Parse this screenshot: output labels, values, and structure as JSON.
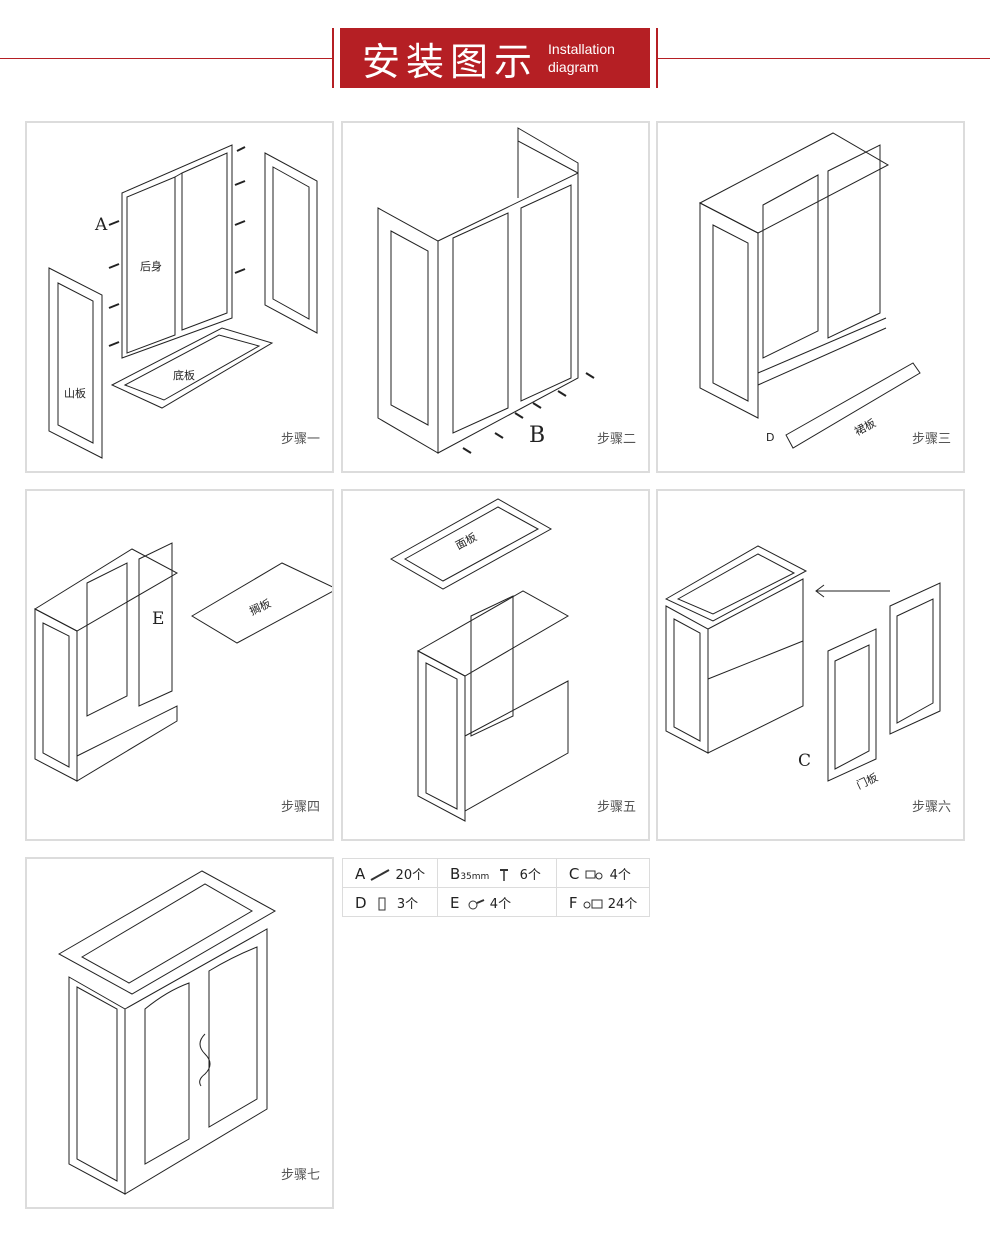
{
  "header": {
    "title_cn": "安装图示",
    "title_en_line1": "Installation",
    "title_en_line2": "diagram"
  },
  "steps": [
    "步骤一",
    "步骤二",
    "步骤三",
    "步骤四",
    "步骤五",
    "步骤六",
    "步骤七"
  ],
  "labels": {
    "back_body": "后身",
    "bottom_board": "底板",
    "side_board": "山板",
    "skirt_board": "裙板",
    "shelf_board": "搁板",
    "top_board": "面板",
    "door_board": "门板",
    "marker_a": "A",
    "marker_b": "B",
    "marker_c": "C",
    "marker_d": "D",
    "marker_e": "E"
  },
  "parts": [
    {
      "letter": "A",
      "extra": "",
      "qty": "20个",
      "icon": "dowel-icon"
    },
    {
      "letter": "B",
      "extra": "35mm",
      "qty": "6个",
      "icon": "screw-icon"
    },
    {
      "letter": "C",
      "extra": "",
      "qty": "4个",
      "icon": "hinge-icon"
    },
    {
      "letter": "D",
      "extra": "",
      "qty": "3个",
      "icon": "clip-icon"
    },
    {
      "letter": "E",
      "extra": "",
      "qty": "4个",
      "icon": "connector-icon"
    },
    {
      "letter": "F",
      "extra": "",
      "qty": "24个",
      "icon": "cam-lock-icon"
    }
  ],
  "colors": {
    "accent": "#b51f24",
    "border": "#dcdcdc"
  }
}
